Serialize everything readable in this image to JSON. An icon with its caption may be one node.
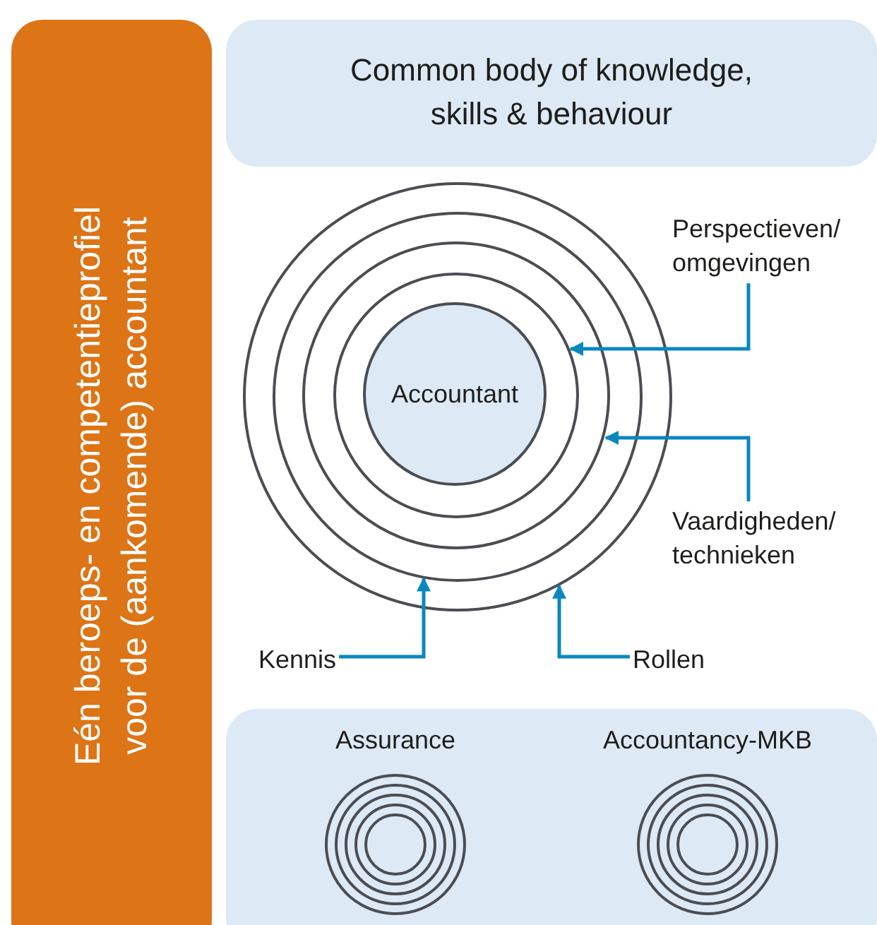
{
  "diagram": {
    "nodes": [
      {
        "text": [
          "Eén beroeps- en competentieprofiel voor de (aankomende) accountant"
        ]
      },
      {
        "text": [
          "Common body of knowledge, skills & behaviour"
        ]
      },
      {
        "text": [],
        "shape": "circle"
      },
      {
        "text": [],
        "shape": "circle",
        "in": 2
      },
      {
        "text": [],
        "shape": "circle",
        "in": 3
      },
      {
        "text": [],
        "shape": "circle",
        "in": 4
      },
      {
        "text": [
          "Accountant"
        ],
        "in": 5
      },
      {
        "text": [
          "Perspectieven/ omgevingen"
        ]
      },
      {
        "text": [
          "Vaardigheden/ technieken"
        ]
      },
      {
        "text": [
          "Kennis"
        ]
      },
      {
        "text": [
          "Rollen"
        ]
      },
      {
        "text": [],
        "shape": "box"
      },
      {
        "text": [
          "Assurance"
        ],
        "in": 11
      },
      {
        "text": [
          "Accountancy-MKB"
        ],
        "in": 11
      }
    ],
    "edges": [
      {
        "from": 7,
        "to": 5,
        "arrow": "to"
      },
      {
        "from": 8,
        "to": 4,
        "arrow": "to"
      },
      {
        "from": 9,
        "to": 3,
        "arrow": "to"
      },
      {
        "from": 10,
        "to": 2,
        "arrow": "to"
      }
    ]
  }
}
